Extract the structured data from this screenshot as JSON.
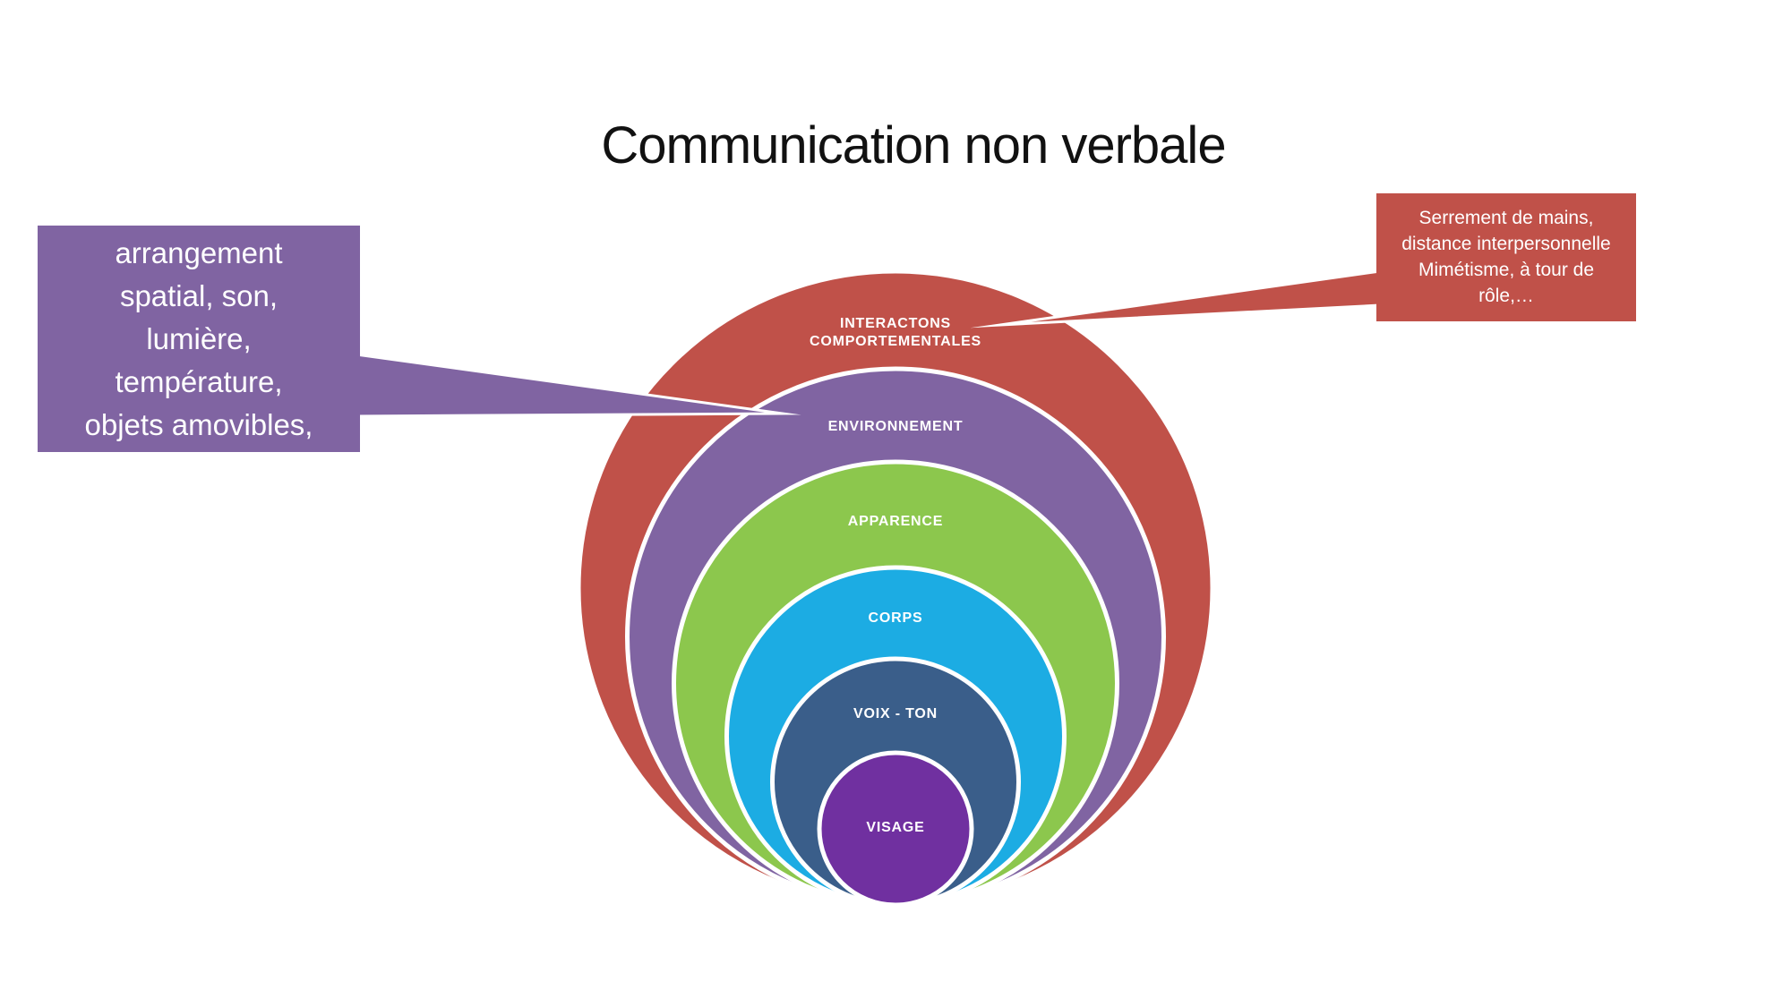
{
  "slide": {
    "title": "Communication non verbale",
    "background_color": "#ffffff",
    "title_color": "#111111"
  },
  "diagram": {
    "type": "stacked-venn",
    "label_text_color": "#ffffff",
    "rings": [
      {
        "label": "INTERACTONS COMPORTEMENTALES",
        "color": "#C05149"
      },
      {
        "label": "ENVIRONNEMENT",
        "color": "#8064A2"
      },
      {
        "label": "APPARENCE",
        "color": "#8CC74D"
      },
      {
        "label": "CORPS",
        "color": "#1CACE3"
      },
      {
        "label": "VOIX - TON",
        "color": "#3A5E8A"
      },
      {
        "label": "VISAGE",
        "color": "#7030A0"
      }
    ]
  },
  "callouts": [
    {
      "side": "left",
      "color": "#8064A2",
      "text_color": "#ffffff",
      "lines": [
        "arrangement",
        "spatial, son,",
        "lumière,",
        "température,",
        "objets amovibles,"
      ]
    },
    {
      "side": "right",
      "color": "#C05149",
      "text_color": "#ffffff",
      "lines": [
        "Serrement de mains,",
        "distance interpersonnelle",
        "Mimétisme, à tour de",
        "rôle,…"
      ]
    }
  ]
}
